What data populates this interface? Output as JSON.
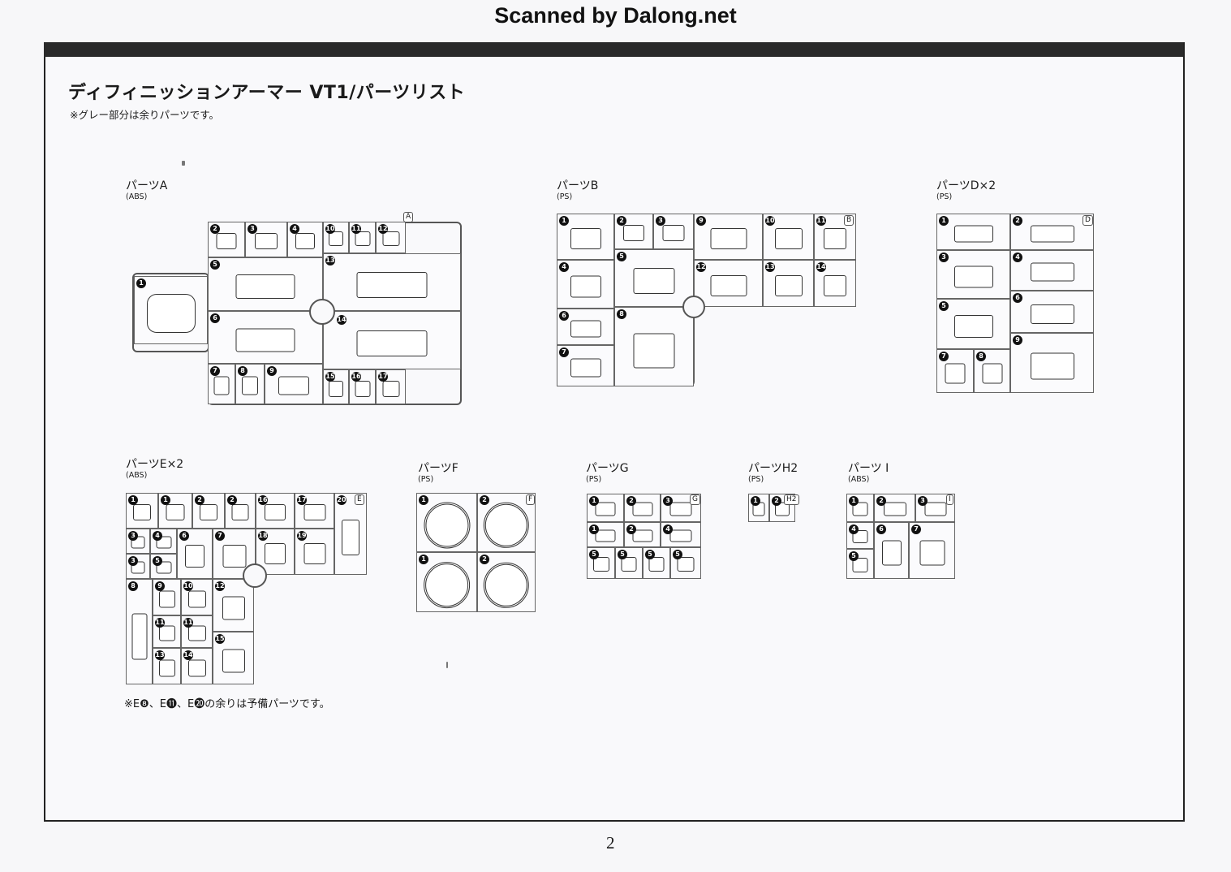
{
  "scan_header": "Scanned by Dalong.net",
  "title": "ディフィニッションアーマー VT1/パーツリスト",
  "subtitle": "※グレー部分は余りパーツです。",
  "page_number": "2",
  "note": "※E❽、E⓫、E⓴の余りは予備パーツです。",
  "runners": {
    "A": {
      "name": "パーツA",
      "material": "(ABS)",
      "tag": "A",
      "parts": [
        "1",
        "2",
        "3",
        "4",
        "10",
        "11",
        "12",
        "13",
        "5",
        "6",
        "14",
        "7",
        "8",
        "9",
        "15",
        "16",
        "17"
      ]
    },
    "B": {
      "name": "パーツB",
      "material": "(PS)",
      "tag": "B",
      "parts": [
        "1",
        "2",
        "3",
        "9",
        "10",
        "11",
        "4",
        "5",
        "12",
        "13",
        "14",
        "6",
        "7",
        "8"
      ]
    },
    "D": {
      "name": "パーツD×2",
      "material": "(PS)",
      "tag": "D",
      "parts": [
        "1",
        "2",
        "3",
        "4",
        "5",
        "6",
        "7",
        "8",
        "9"
      ]
    },
    "E": {
      "name": "パーツE×2",
      "material": "(ABS)",
      "tag": "E",
      "parts": [
        "1",
        "1",
        "2",
        "2",
        "16",
        "17",
        "20",
        "3",
        "4",
        "3",
        "5",
        "6",
        "7",
        "18",
        "19",
        "8",
        "9",
        "10",
        "12",
        "11",
        "11",
        "13",
        "14",
        "15"
      ]
    },
    "F": {
      "name": "パーツF",
      "material": "(PS)",
      "tag": "F",
      "parts": [
        "1",
        "2",
        "1",
        "2"
      ]
    },
    "G": {
      "name": "パーツG",
      "material": "(PS)",
      "tag": "G",
      "parts": [
        "1",
        "2",
        "3",
        "1",
        "2",
        "4",
        "5",
        "5",
        "5",
        "5"
      ]
    },
    "H2": {
      "name": "パーツH2",
      "material": "(PS)",
      "tag": "H2",
      "parts": [
        "1",
        "2"
      ]
    },
    "I": {
      "name": "パーツ I",
      "material": "(ABS)",
      "tag": "I",
      "parts": [
        "1",
        "2",
        "3",
        "4",
        "5",
        "6",
        "7"
      ]
    }
  }
}
